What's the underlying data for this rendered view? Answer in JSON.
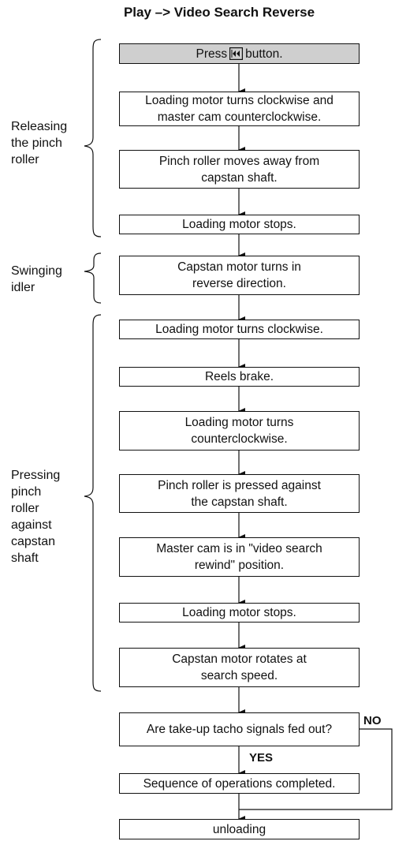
{
  "title": "Play –> Video Search Reverse",
  "groups": [
    {
      "label": "Releasing\nthe pinch\nroller"
    },
    {
      "label": "Swinging\nidler"
    },
    {
      "label": "Pressing\npinch\nroller\nagainst\ncapstan\nshaft"
    }
  ],
  "steps": {
    "start_pre": "Press",
    "start_post": "button.",
    "s1": "Loading motor turns clockwise and\nmaster cam counterclockwise.",
    "s2": "Pinch roller moves away from\ncapstan shaft.",
    "s3": "Loading motor stops.",
    "s4": "Capstan motor turns in\nreverse direction.",
    "s5": "Loading motor turns clockwise.",
    "s6": "Reels brake.",
    "s7": "Loading motor  turns\ncounterclockwise.",
    "s8": "Pinch roller is pressed against\nthe capstan shaft.",
    "s9": "Master cam is in \"video search\nrewind\" position.",
    "s10": "Loading motor stops.",
    "s11": "Capstan motor rotates at\nsearch speed.",
    "decision": "Are take-up tacho signals fed out?",
    "yes": "YES",
    "no": "NO",
    "done": "Sequence of operations completed.",
    "unload": "unloading"
  },
  "icons": {
    "start_button_icon": "rewind-search-button-icon"
  }
}
